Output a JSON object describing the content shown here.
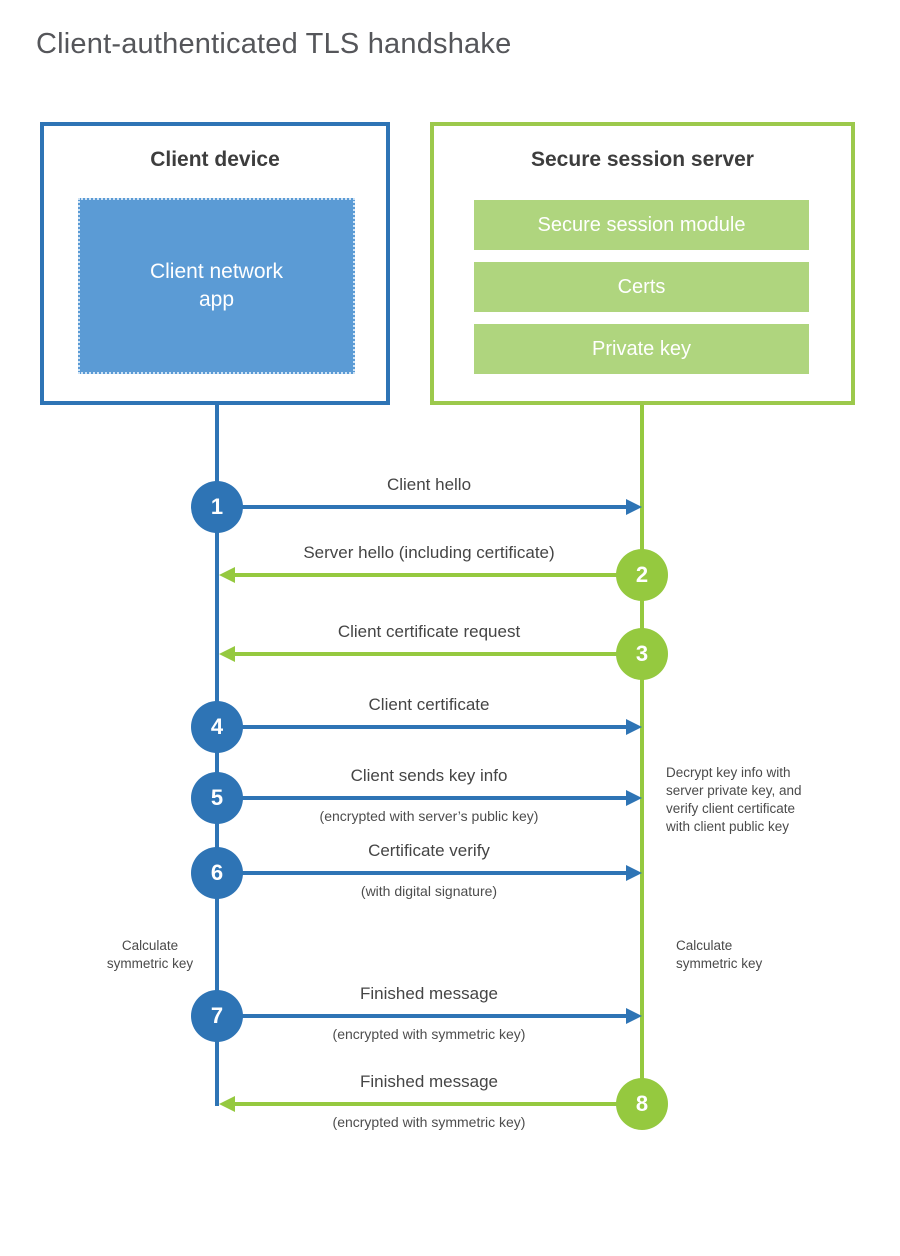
{
  "title": "Client-authenticated TLS handshake",
  "colors": {
    "client_blue": "#2e74b5",
    "client_fill_blue": "#5b9bd5",
    "server_green": "#95c93f",
    "server_fill_green": "#afd57e",
    "text_dark": "#3d3d3d",
    "text_gray": "#4a4a4a"
  },
  "client": {
    "title": "Client device",
    "app_label": "Client network\napp"
  },
  "server": {
    "title": "Secure session server",
    "modules": [
      "Secure session module",
      "Certs",
      "Private key"
    ]
  },
  "rows": [
    {
      "number": "1",
      "direction": "right",
      "color": "blue",
      "label": "Client hello",
      "sublabel": ""
    },
    {
      "number": "2",
      "direction": "left",
      "color": "green",
      "label": "Server hello (including certificate)",
      "sublabel": ""
    },
    {
      "number": "3",
      "direction": "left",
      "color": "green",
      "label": "Client certificate request",
      "sublabel": ""
    },
    {
      "number": "4",
      "direction": "right",
      "color": "blue",
      "label": "Client certificate",
      "sublabel": ""
    },
    {
      "number": "5",
      "direction": "right",
      "color": "blue",
      "label": "Client sends key info",
      "sublabel": "(encrypted with server’s public key)"
    },
    {
      "number": "6",
      "direction": "right",
      "color": "blue",
      "label": "Certificate verify",
      "sublabel": "(with digital signature)"
    },
    {
      "number": "7",
      "direction": "right",
      "color": "blue",
      "label": "Finished message",
      "sublabel": "(encrypted with symmetric key)"
    },
    {
      "number": "8",
      "direction": "left",
      "color": "green",
      "label": "Finished message",
      "sublabel": "(encrypted with symmetric key)"
    }
  ],
  "notes": {
    "decrypt": "Decrypt key info with\nserver private key, and\nverify client certificate\nwith client public key",
    "calc_left": "Calculate\nsymmetric key",
    "calc_right": "Calculate\nsymmetric key"
  }
}
